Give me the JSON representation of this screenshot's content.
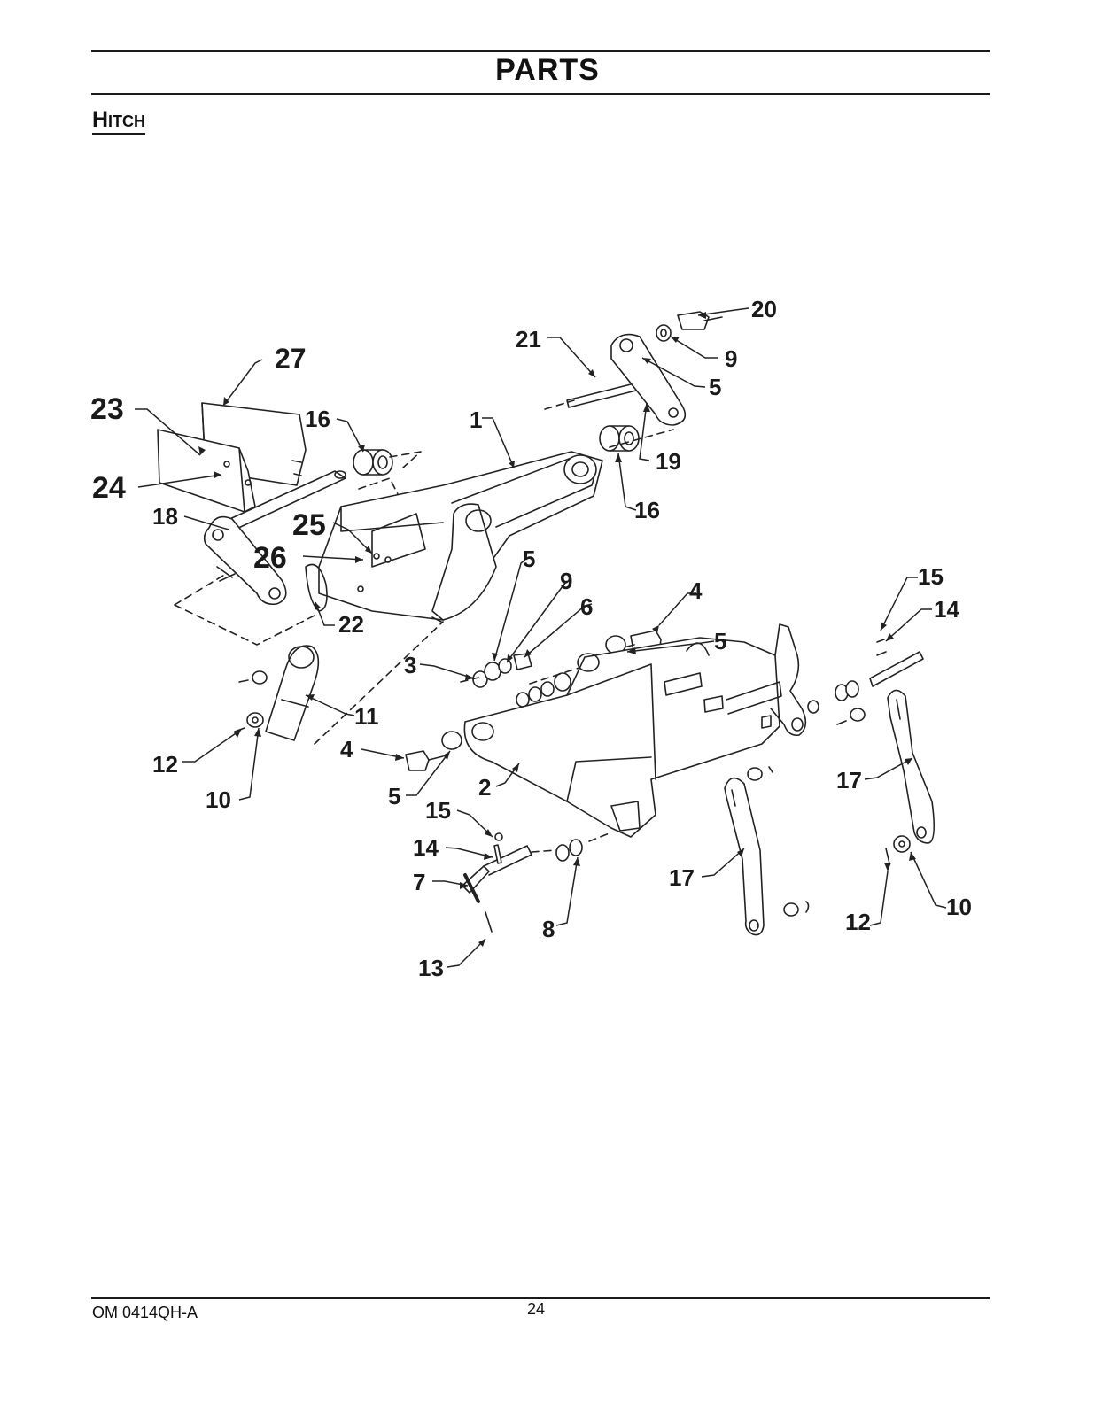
{
  "header": {
    "title": "PARTS"
  },
  "section": {
    "title": "Hitch"
  },
  "callouts": [
    {
      "id": "c1",
      "text": "1"
    },
    {
      "id": "c2",
      "text": "2"
    },
    {
      "id": "c3",
      "text": "3"
    },
    {
      "id": "c4a",
      "text": "4"
    },
    {
      "id": "c4b",
      "text": "4"
    },
    {
      "id": "c5a",
      "text": "5"
    },
    {
      "id": "c5b",
      "text": "5"
    },
    {
      "id": "c5c",
      "text": "5"
    },
    {
      "id": "c5d",
      "text": "5"
    },
    {
      "id": "c6",
      "text": "6"
    },
    {
      "id": "c7",
      "text": "7"
    },
    {
      "id": "c8",
      "text": "8"
    },
    {
      "id": "c9a",
      "text": "9"
    },
    {
      "id": "c9b",
      "text": "9"
    },
    {
      "id": "c10a",
      "text": "10"
    },
    {
      "id": "c10b",
      "text": "10"
    },
    {
      "id": "c11",
      "text": "11"
    },
    {
      "id": "c12a",
      "text": "12"
    },
    {
      "id": "c12b",
      "text": "12"
    },
    {
      "id": "c13",
      "text": "13"
    },
    {
      "id": "c14a",
      "text": "14"
    },
    {
      "id": "c14b",
      "text": "14"
    },
    {
      "id": "c15a",
      "text": "15"
    },
    {
      "id": "c15b",
      "text": "15"
    },
    {
      "id": "c16a",
      "text": "16"
    },
    {
      "id": "c16b",
      "text": "16"
    },
    {
      "id": "c17a",
      "text": "17"
    },
    {
      "id": "c17b",
      "text": "17"
    },
    {
      "id": "c18",
      "text": "18"
    },
    {
      "id": "c19",
      "text": "19"
    },
    {
      "id": "c20",
      "text": "20"
    },
    {
      "id": "c21",
      "text": "21"
    },
    {
      "id": "c22",
      "text": "22"
    },
    {
      "id": "c23",
      "text": "23"
    },
    {
      "id": "c24",
      "text": "24"
    },
    {
      "id": "c25",
      "text": "25"
    },
    {
      "id": "c26",
      "text": "26"
    },
    {
      "id": "c27",
      "text": "27"
    }
  ],
  "footer": {
    "doc_id": "OM 0414QH-A",
    "page_number": "24"
  }
}
